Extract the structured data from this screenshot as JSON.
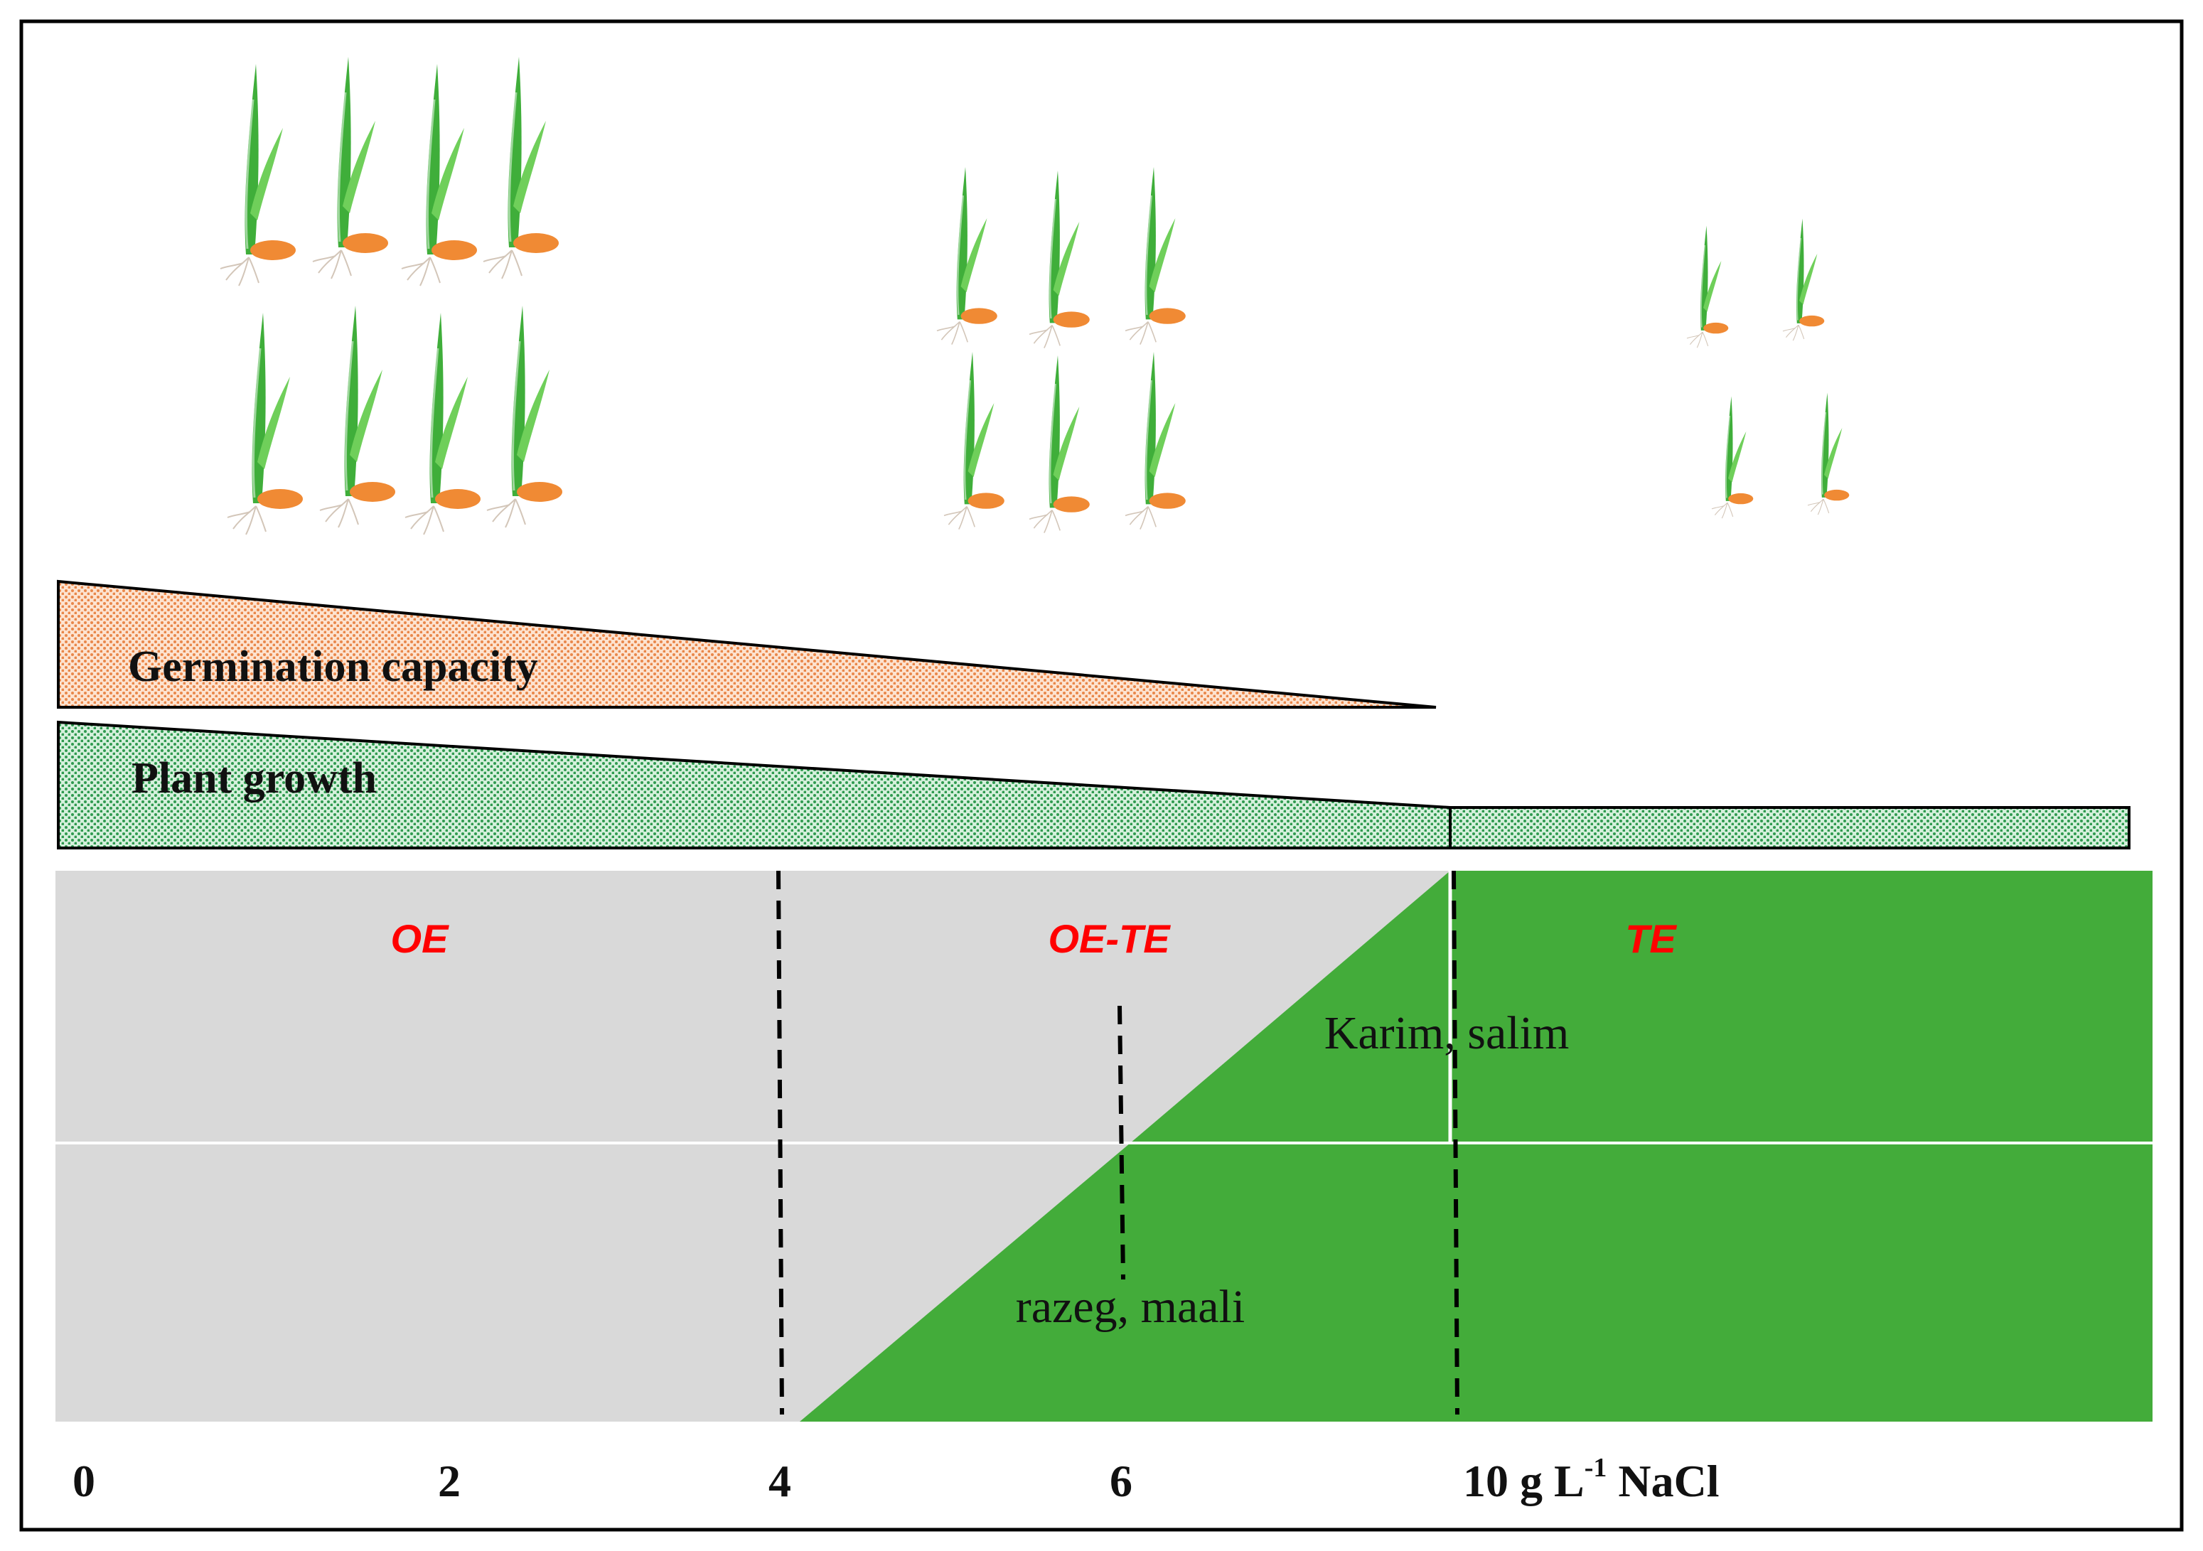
{
  "bands": {
    "germination_label": "Germination capacity",
    "growth_label": "Plant growth"
  },
  "zones": [
    {
      "label": "OE"
    },
    {
      "label": "OE-TE"
    },
    {
      "label": "TE"
    }
  ],
  "varieties": {
    "upper": "Karim, salim",
    "lower": "razeg, maali"
  },
  "axis": {
    "ticks": [
      "0",
      "2",
      "4",
      "6"
    ],
    "end_label": {
      "value": "10 g L",
      "superscript": "-1",
      "unit": "NaCl"
    }
  },
  "seedling_groups": [
    {
      "name": "low-salinity",
      "count": 8
    },
    {
      "name": "medium-salinity",
      "count": 6
    },
    {
      "name": "high-salinity",
      "count": 4
    }
  ],
  "colors": {
    "tolerant_green": "#43ac3a",
    "sensitive_grey": "#d9d9d9",
    "zone_label_red": "#ff0000",
    "germination_fill": "#f6b58c",
    "growth_fill": "#7fcf9a",
    "seed_orange": "#f08a34",
    "shoot_green": "#3fae3a"
  }
}
